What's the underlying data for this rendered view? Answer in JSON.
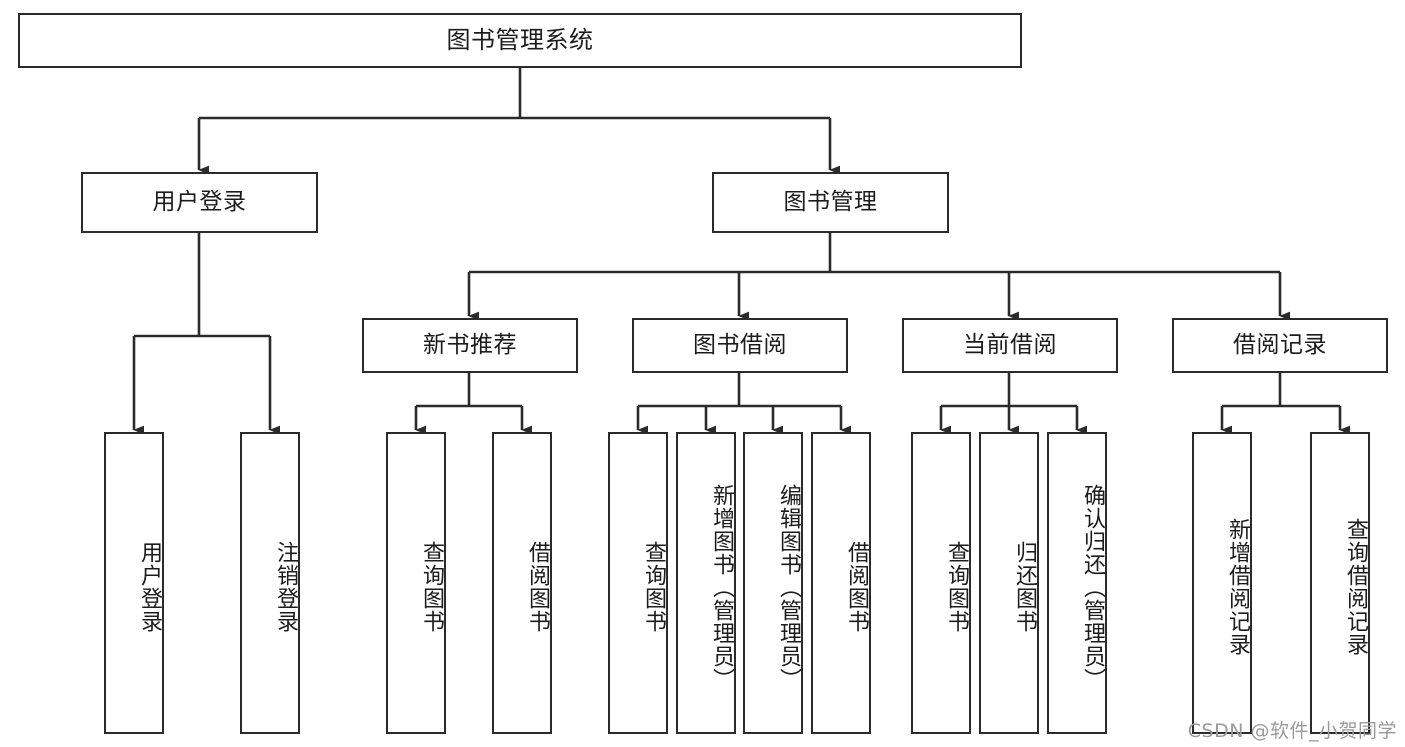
{
  "diagram": {
    "title": "图书管理系统",
    "watermark": "CSDN @软件_小贺同学",
    "stroke_color": "#2b2b2b",
    "background_color": "#ffffff",
    "text_color": "#1c1c1c",
    "watermark_color": "#9a9a9a"
  },
  "nodes": {
    "root": {
      "label": "图书管理系统"
    },
    "level2": [
      {
        "label": "用户登录"
      },
      {
        "label": "图书管理"
      }
    ],
    "level3": [
      {
        "label": "新书推荐"
      },
      {
        "label": "图书借阅"
      },
      {
        "label": "当前借阅"
      },
      {
        "label": "借阅记录"
      }
    ],
    "leaves": {
      "user_login": [
        {
          "label": "用户登录"
        },
        {
          "label": "注销登录"
        }
      ],
      "new_book_recommend": [
        {
          "label": "查询图书"
        },
        {
          "label": "借阅图书"
        }
      ],
      "book_borrow": [
        {
          "label": "查询图书"
        },
        {
          "label": "新增图书（管理员）"
        },
        {
          "label": "编辑图书（管理员）"
        },
        {
          "label": "借阅图书"
        }
      ],
      "current_borrow": [
        {
          "label": "查询图书"
        },
        {
          "label": "归还图书"
        },
        {
          "label": "确认归还（管理员）"
        }
      ],
      "borrow_record": [
        {
          "label": "新增借阅记录"
        },
        {
          "label": "查询借阅记录"
        }
      ]
    }
  }
}
